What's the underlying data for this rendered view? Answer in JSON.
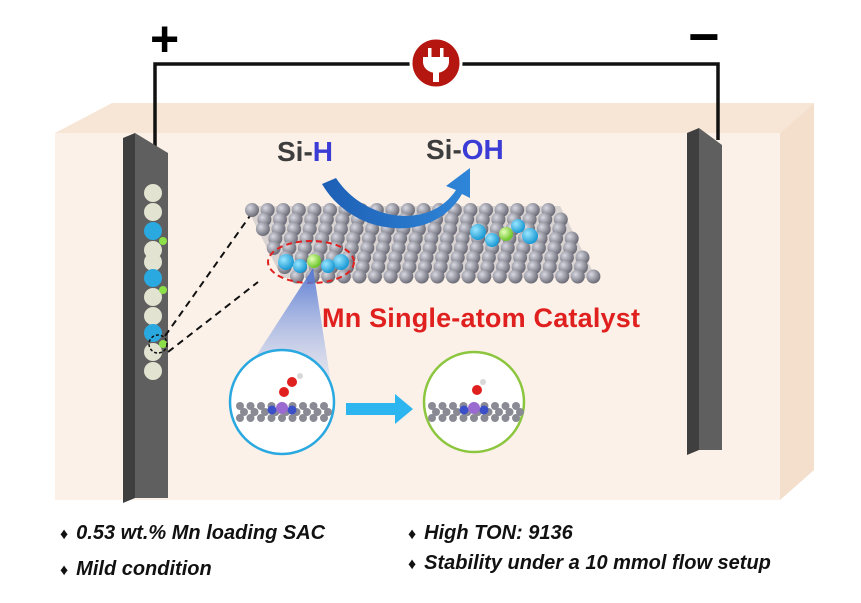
{
  "terminals": {
    "positive": "+",
    "negative": "−"
  },
  "reaction": {
    "reactant_si": "Si-",
    "reactant_h": "H",
    "product_si": "Si-",
    "product_oh": "OH"
  },
  "catalyst_label": "Mn Single-atom Catalyst",
  "bullets": [
    {
      "marker": "♦",
      "text": "0.53 wt.% Mn loading SAC"
    },
    {
      "marker": "♦",
      "text": "Mild condition"
    },
    {
      "marker": "♦",
      "text": "High TON: 9136"
    },
    {
      "marker": "♦",
      "text": "Stability under a 10 mmol flow setup"
    }
  ],
  "icons": [
    "power-plug-icon",
    "curved-arrow-icon",
    "right-arrow-icon"
  ],
  "colors": {
    "cell": "#fbf1e8",
    "electrode": "#5f5f5f",
    "plug_badge": "#b5160f",
    "arrow": "#1f6fc4",
    "label_red": "#e0201e",
    "mn_atom": "#8be04a",
    "n_atom": "#2fb4e8"
  }
}
